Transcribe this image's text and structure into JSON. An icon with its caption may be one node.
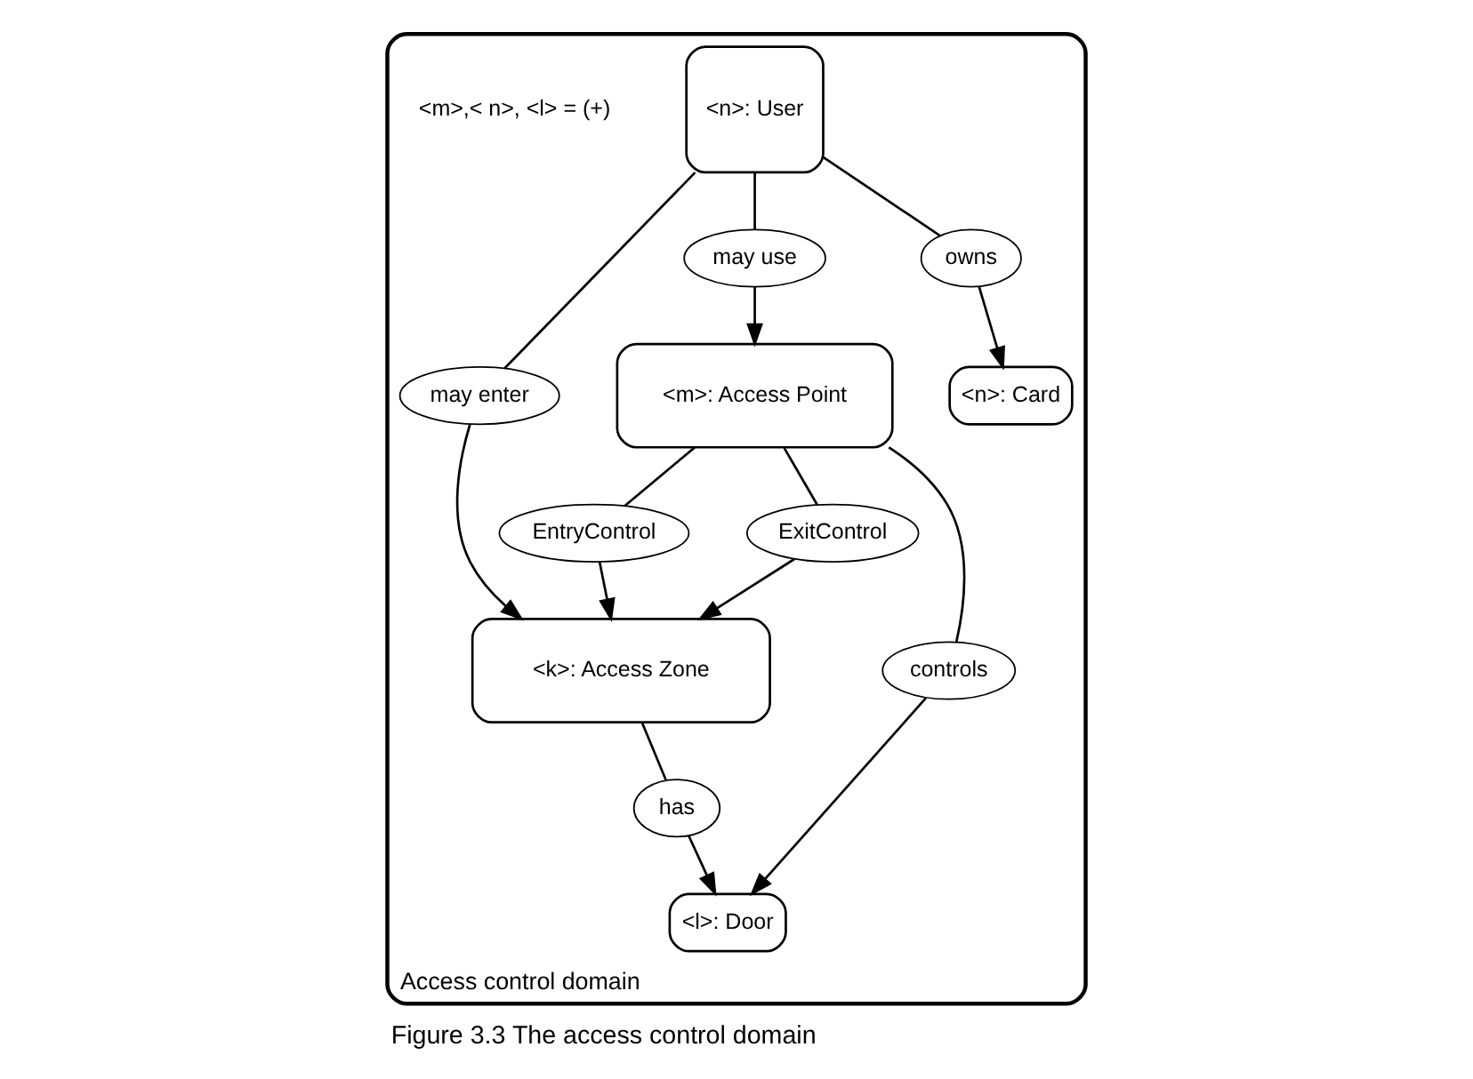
{
  "diagram": {
    "caption": "Figure 3.3 The access control domain",
    "nodes": [
      {
        "text": [
          "Access control domain"
        ]
      },
      {
        "text": [
          "has"
        ],
        "in": 0
      },
      {
        "text": [
          "<k>: Access Zone"
        ],
        "in": 0
      },
      {
        "text": [
          "EntryControl"
        ],
        "in": 0
      },
      {
        "text": [
          "ExitControl"
        ],
        "in": 0
      },
      {
        "text": [
          "may enter"
        ],
        "in": 0
      },
      {
        "text": [
          "<m>: Access Point"
        ],
        "in": 0
      },
      {
        "text": [
          "may use"
        ],
        "in": 0
      },
      {
        "text": [
          "<n>: User"
        ],
        "in": 0
      },
      {
        "text": [
          "controls"
        ],
        "in": 0
      },
      {
        "text": [
          "owns"
        ],
        "in": 0
      },
      {
        "text": [
          "<l>: Door"
        ],
        "in": 0
      },
      {
        "text": [
          "<n>: Card"
        ],
        "in": 0
      }
    ],
    "edges": [
      {
        "from": 2,
        "to": 1,
        "arrow": "none"
      },
      {
        "from": 1,
        "to": 11,
        "arrow": "to"
      },
      {
        "from": 6,
        "to": 3,
        "arrow": "none"
      },
      {
        "from": 3,
        "to": 2,
        "arrow": "to"
      },
      {
        "from": 6,
        "to": 4,
        "arrow": "none"
      },
      {
        "from": 4,
        "to": 2,
        "arrow": "to"
      },
      {
        "from": 8,
        "to": 5,
        "arrow": "none"
      },
      {
        "from": 5,
        "to": 2,
        "arrow": "to"
      },
      {
        "from": 8,
        "to": 7,
        "arrow": "none"
      },
      {
        "from": 7,
        "to": 6,
        "arrow": "to"
      },
      {
        "from": 6,
        "to": 9,
        "arrow": "none"
      },
      {
        "from": 9,
        "to": 11,
        "arrow": "to"
      },
      {
        "from": 8,
        "to": 10,
        "arrow": "none"
      },
      {
        "from": 10,
        "to": 12,
        "arrow": "to"
      }
    ],
    "labels": [
      "<m>,< n>, <l> = (+)"
    ]
  }
}
